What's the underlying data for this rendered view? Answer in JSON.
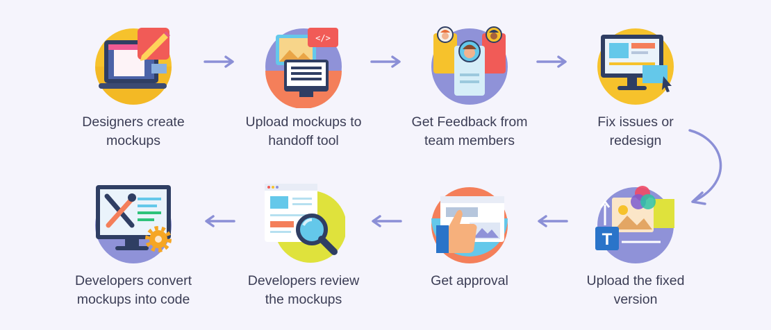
{
  "steps": [
    {
      "id": "designers-create-mockups",
      "lines": [
        "Designers create",
        "mockups"
      ]
    },
    {
      "id": "upload-mockups",
      "lines": [
        "Upload mockups to",
        "handoff tool"
      ]
    },
    {
      "id": "get-feedback",
      "lines": [
        "Get Feedback from",
        "team members"
      ]
    },
    {
      "id": "fix-issues",
      "lines": [
        "Fix issues or",
        "redesign"
      ]
    },
    {
      "id": "upload-fixed-version",
      "lines": [
        "Upload the fixed",
        "version"
      ]
    },
    {
      "id": "get-approval",
      "lines": [
        "Get approval"
      ]
    },
    {
      "id": "developers-review",
      "lines": [
        "Developers review",
        "the mockups"
      ]
    },
    {
      "id": "developers-convert",
      "lines": [
        "Developers convert",
        "mockups into code"
      ]
    }
  ],
  "icons": [
    "designer-laptop-pencil-icon",
    "upload-monitor-code-icon",
    "feedback-team-avatars-icon",
    "monitor-redesign-cursor-icon",
    "upload-image-text-icon",
    "thumbs-up-approval-icon",
    "browser-magnifier-review-icon",
    "monitor-tools-gear-icon"
  ],
  "colors": {
    "background": "#f5f4fc",
    "arrow": "#8b8fd6",
    "text": "#3b3d55",
    "yellow": "#f6c22c",
    "purple": "#8f92d8",
    "orange": "#f47f5a",
    "navy": "#2f3e63",
    "sky": "#64c8ea"
  }
}
